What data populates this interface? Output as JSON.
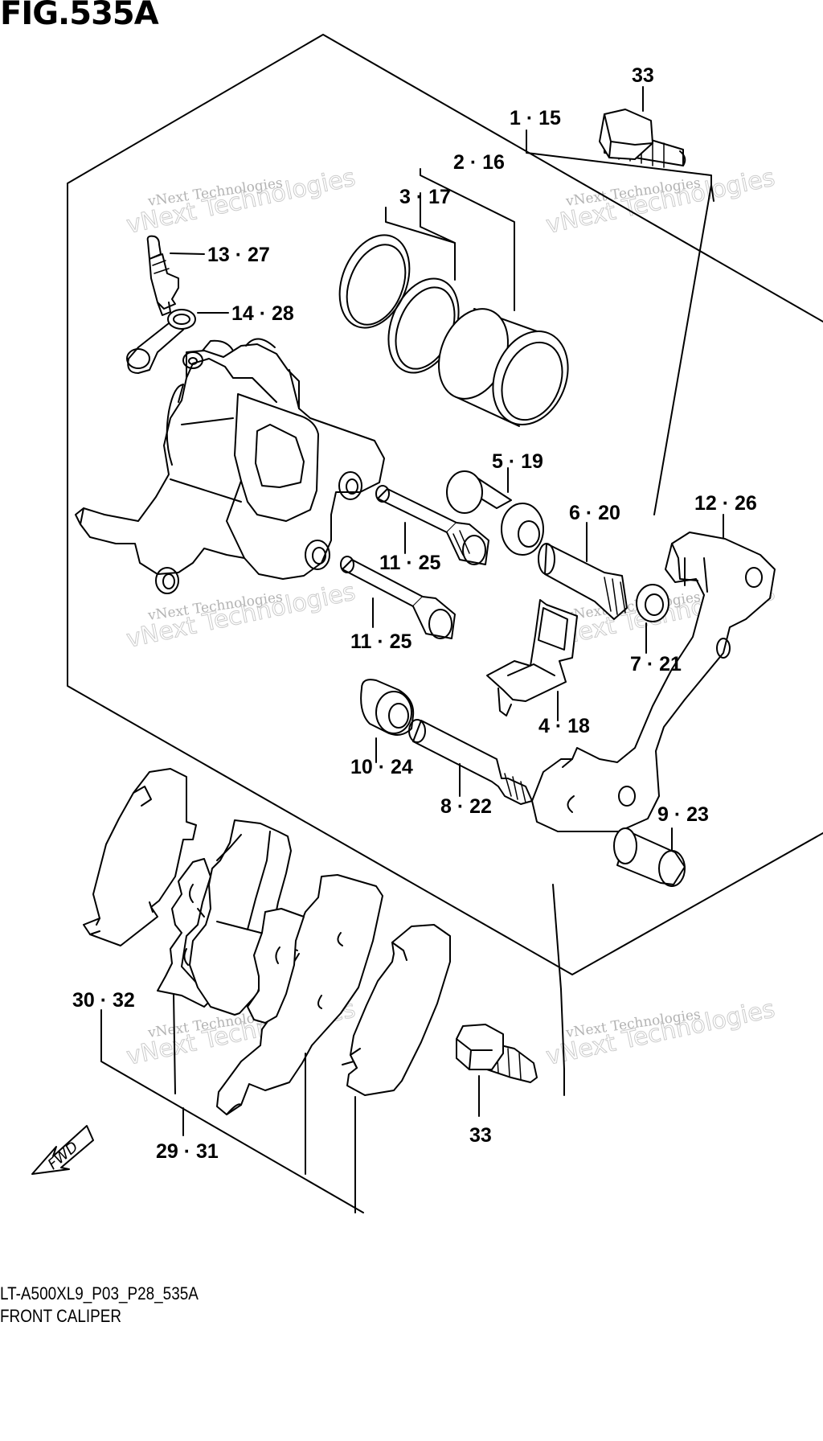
{
  "title": "FIG.535A",
  "diagram_code": "LT-A500XL9_P03_P28_535A",
  "caption": "FRONT CALIPER",
  "watermark": {
    "small": "vNext Technologies",
    "large": "vNext Technologies"
  },
  "fwd_label": "FWD",
  "callouts": {
    "c1_15": "1 · 15",
    "c2_16": "2 · 16",
    "c3_17": "3 · 17",
    "c4_18": "4 · 18",
    "c5_19": "5 · 19",
    "c6_20": "6 · 20",
    "c7_21": "7 · 21",
    "c8_22": "8 · 22",
    "c9_23": "9 · 23",
    "c10_24": "10 · 24",
    "c11_25a": "11 · 25",
    "c11_25b": "11 · 25",
    "c12_26": "12 · 26",
    "c13_27": "13 · 27",
    "c14_28": "14 · 28",
    "c29_31": "29 · 31",
    "c30_32": "30 · 32",
    "c33_top": "33",
    "c33_bottom": "33"
  }
}
